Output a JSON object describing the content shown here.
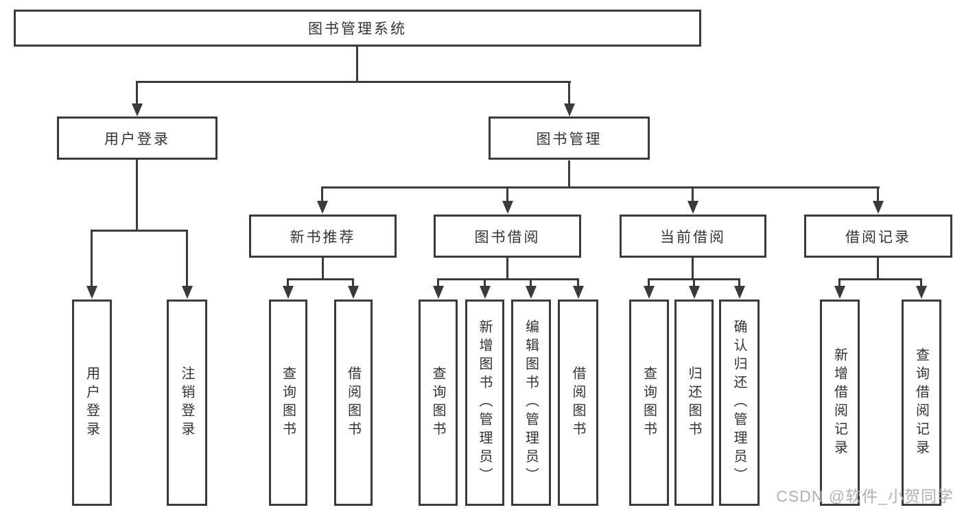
{
  "tree": {
    "label": "图书管理系统",
    "children": [
      {
        "label": "用户登录",
        "children": [
          {
            "label": "用户登录"
          },
          {
            "label": "注销登录"
          }
        ]
      },
      {
        "label": "图书管理",
        "children": [
          {
            "label": "新书推荐",
            "children": [
              {
                "label": "查询图书"
              },
              {
                "label": "借阅图书"
              }
            ]
          },
          {
            "label": "图书借阅",
            "children": [
              {
                "label": "查询图书"
              },
              {
                "label": "新增图书（管理员）"
              },
              {
                "label": "编辑图书（管理员）"
              },
              {
                "label": "借阅图书"
              }
            ]
          },
          {
            "label": "当前借阅",
            "children": [
              {
                "label": "查询图书"
              },
              {
                "label": "归还图书"
              },
              {
                "label": "确认归还（管理员）"
              }
            ]
          },
          {
            "label": "借阅记录",
            "children": [
              {
                "label": "新增借阅记录"
              },
              {
                "label": "查询借阅记录"
              }
            ]
          }
        ]
      }
    ]
  },
  "watermark": {
    "text": "CSDN @软件_小贺同学"
  },
  "colors": {
    "line": "#3a3a3a",
    "text": "#333333",
    "box_background": "#ffffff",
    "watermark": "#b0b0b0"
  }
}
